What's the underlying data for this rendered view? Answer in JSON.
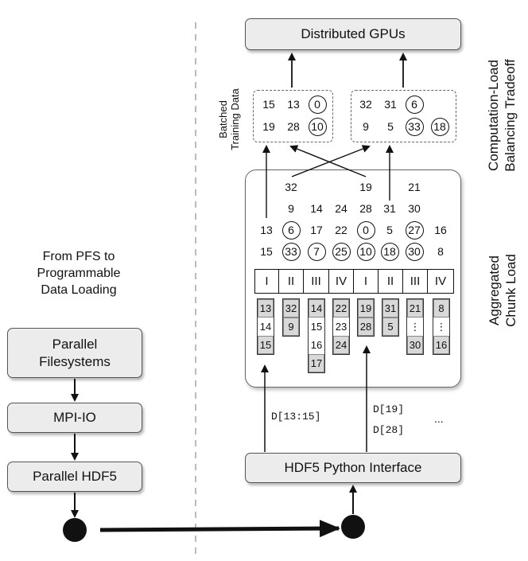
{
  "left": {
    "caption": [
      "From PFS to",
      "Programmable",
      "Data Loading"
    ],
    "boxes": [
      [
        "Parallel",
        "Filesystems"
      ],
      [
        "MPI-IO"
      ],
      [
        "Parallel HDF5"
      ]
    ]
  },
  "right": {
    "top_box": "Distributed GPUs",
    "bottom_box": "HDF5 Python Interface",
    "batched_label": [
      "Batched",
      "Training Data"
    ],
    "side_label_top": [
      "Computation-Load",
      "Balancing Tradeoff"
    ],
    "side_label_bottom": [
      "Aggregated",
      "Chunk Load"
    ],
    "batch_left": [
      [
        "15",
        "13",
        "0"
      ],
      [
        "19",
        "28",
        "10"
      ]
    ],
    "batch_right": [
      [
        "32",
        "31",
        "6"
      ],
      [
        "9",
        "5",
        "33",
        "18"
      ]
    ],
    "grid_rows": [
      [
        "32",
        "19",
        "21"
      ],
      [
        "9",
        "14",
        "24",
        "28",
        "31",
        "30"
      ],
      [
        "13",
        "6",
        "17",
        "22",
        "0",
        "5",
        "27",
        "16"
      ],
      [
        "15",
        "33",
        "7",
        "25",
        "10",
        "18",
        "30",
        "8"
      ]
    ],
    "romans": [
      "I",
      "II",
      "III",
      "IV",
      "I",
      "II",
      "III",
      "IV"
    ],
    "chunks": [
      [
        "13",
        "14",
        "15"
      ],
      [
        "32",
        "9"
      ],
      [
        "14",
        "15",
        "16",
        "17"
      ],
      [
        "22",
        "23",
        "24"
      ],
      [
        "19",
        "28"
      ],
      [
        "31",
        "5"
      ],
      [
        "21",
        "⋮",
        "30"
      ],
      [
        "8",
        "⋮",
        "16"
      ]
    ],
    "reads": [
      "D[13:15]",
      "D[19]",
      "D[28]",
      "..."
    ]
  }
}
